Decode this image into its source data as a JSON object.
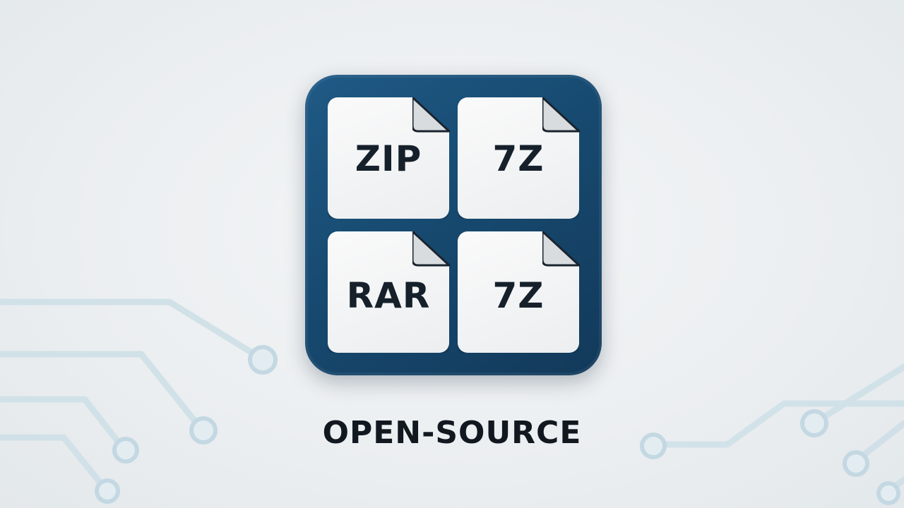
{
  "icon": {
    "name": "archive-app-icon",
    "tiles": [
      {
        "label": "ZIP"
      },
      {
        "label": "7Z"
      },
      {
        "label": "RAR"
      },
      {
        "label": "7Z"
      }
    ]
  },
  "caption": "OPEN-SOURCE",
  "colors": {
    "icon_background": "#174a70",
    "tile_background": "#f1f2f3",
    "text": "#15202b",
    "circuit_lines": "#bfd6e0"
  }
}
